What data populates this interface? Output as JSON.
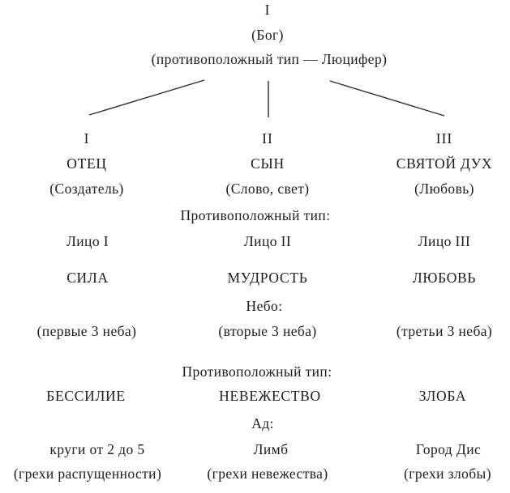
{
  "page": {
    "background": "#ffffff",
    "text_color": "#1c1c1c",
    "line_color": "#2b2b2b"
  },
  "root": {
    "numeral": "I",
    "name": "(Бог)",
    "opposite": "(противоположный тип — Люцифер)"
  },
  "headers": {
    "opposite_type_persons": "Противоположный тип:",
    "heaven": "Небо:",
    "opposite_type_hell": "Противоположный тип:",
    "hell": "Ад:"
  },
  "columns": [
    {
      "numeral": "I",
      "title": "ОТЕЦ",
      "subtitle": "(Создатель)",
      "person": "Лицо I",
      "quality": "СИЛА",
      "heaven_levels": "(первые 3 неба)",
      "opposite_quality": "БЕССИЛИЕ",
      "hell_place": "круги от 2 до 5",
      "hell_sins": "(грехи распущенности)"
    },
    {
      "numeral": "II",
      "title": "СЫН",
      "subtitle": "(Слово, свет)",
      "person": "Лицо II",
      "quality": "МУДРОСТЬ",
      "heaven_levels": "(вторые 3 неба)",
      "opposite_quality": "НЕВЕЖЕСТВО",
      "hell_place": "Лимб",
      "hell_sins": "(грехи невежества)"
    },
    {
      "numeral": "III",
      "title": "СВЯТОЙ ДУХ",
      "subtitle": "(Любовь)",
      "person": "Лицо III",
      "quality": "ЛЮБОВЬ",
      "heaven_levels": "(третьи 3 неба)",
      "opposite_quality": "ЗЛОБА",
      "hell_place": "Город Дис",
      "hell_sins": "(грехи злобы)"
    }
  ]
}
